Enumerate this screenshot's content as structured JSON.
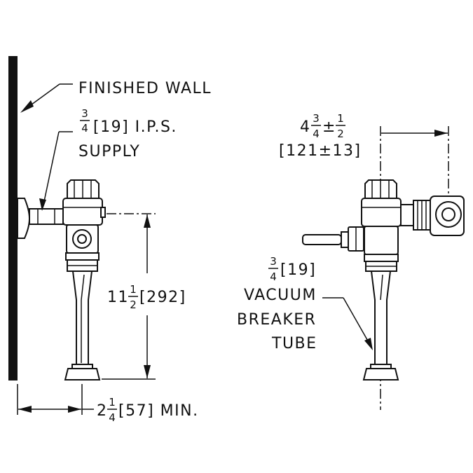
{
  "labels": {
    "finished_wall": "FINISHED WALL",
    "supply": {
      "frac_num": "3",
      "frac_den": "4",
      "rest": "[19] I.P.S.",
      "line2": "SUPPLY"
    },
    "height_dim": {
      "whole": "11",
      "frac_num": "1",
      "frac_den": "2",
      "rest": "[292]"
    },
    "setback_dim": {
      "whole": "2",
      "frac_num": "1",
      "frac_den": "4",
      "rest": "[57]  MIN."
    },
    "handle_dim": {
      "whole": "4",
      "frac_num": "3",
      "frac_den": "4",
      "pm": "±",
      "tol_num": "1",
      "tol_den": "2",
      "line2": "[121±13]"
    },
    "vb_tube": {
      "frac_num": "3",
      "frac_den": "4",
      "rest": "[19]",
      "line2": "VACUUM",
      "line3": "BREAKER",
      "line4": "TUBE"
    }
  },
  "colors": {
    "ink": "#111111",
    "background": "#ffffff"
  }
}
